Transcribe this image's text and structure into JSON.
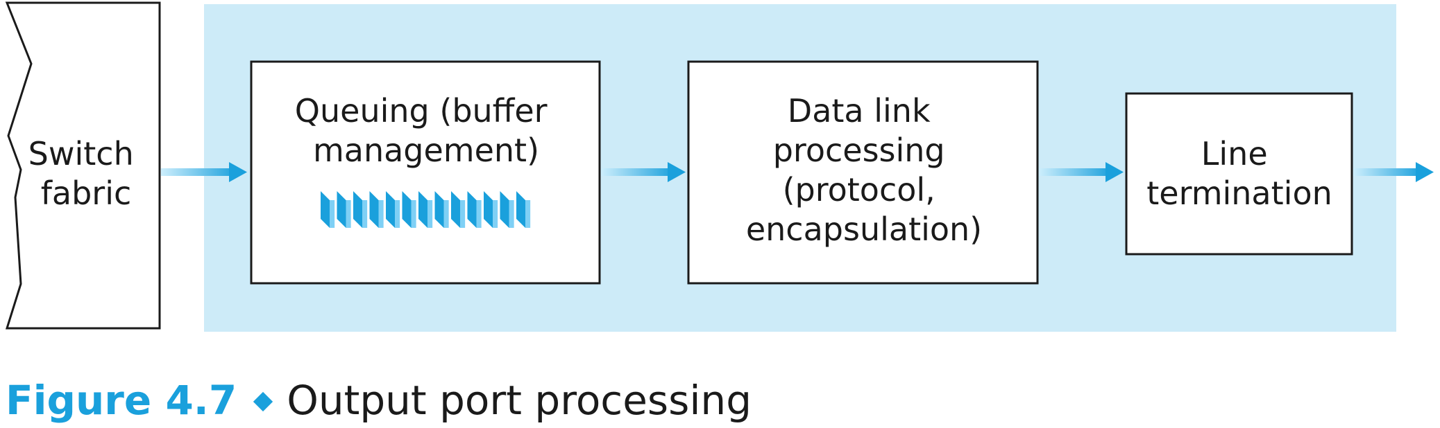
{
  "diagram": {
    "switch_fabric": [
      "Switch",
      "fabric"
    ],
    "boxes": [
      {
        "lines": [
          "Queuing (buffer",
          "management)"
        ]
      },
      {
        "lines": [
          "Data link",
          "processing",
          "(protocol,",
          "encapsulation)"
        ]
      },
      {
        "lines": [
          "Line",
          "termination"
        ]
      }
    ],
    "icons": {
      "buffer_queue": "buffer-queue-icon",
      "arrow": "right-arrow-icon"
    },
    "colors": {
      "panel": "#cdebf8",
      "arrow": "#1aa0dc",
      "buffer_front": "#1aa0dc",
      "buffer_side": "#7fd0f5",
      "caption_accent": "#1aa0dc",
      "border": "#1a1a1a"
    }
  },
  "caption": {
    "figure_number": "Figure 4.7",
    "title": "Output port processing"
  }
}
